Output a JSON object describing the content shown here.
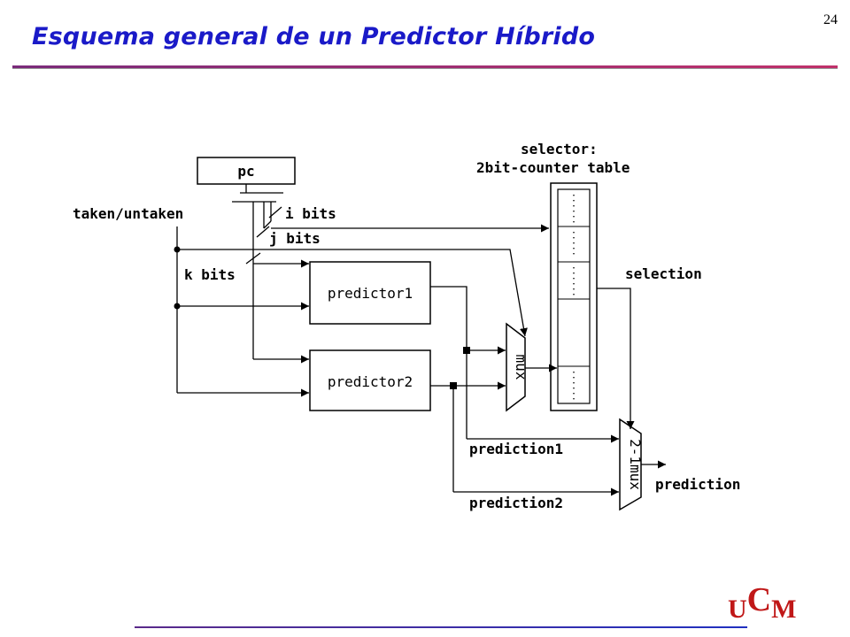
{
  "page_number": "24",
  "title": "Esquema general de un Predictor Híbrido",
  "logo": {
    "u": "U",
    "c": "C",
    "m": "M"
  },
  "diagram": {
    "pc_label": "pc",
    "selector_label_line1": "selector:",
    "selector_label_line2": "2bit-counter table",
    "taken_label": "taken/untaken",
    "i_bits_label": "i bits",
    "j_bits_label": "j bits",
    "k_bits_label": "k bits",
    "predictor1_label": "predictor1",
    "predictor2_label": "predictor2",
    "selection_label": "selection",
    "mux1_label": "mux",
    "mux2_label": "2-1mux",
    "prediction1_label": "prediction1",
    "prediction2_label": "prediction2",
    "prediction_label": "prediction"
  }
}
